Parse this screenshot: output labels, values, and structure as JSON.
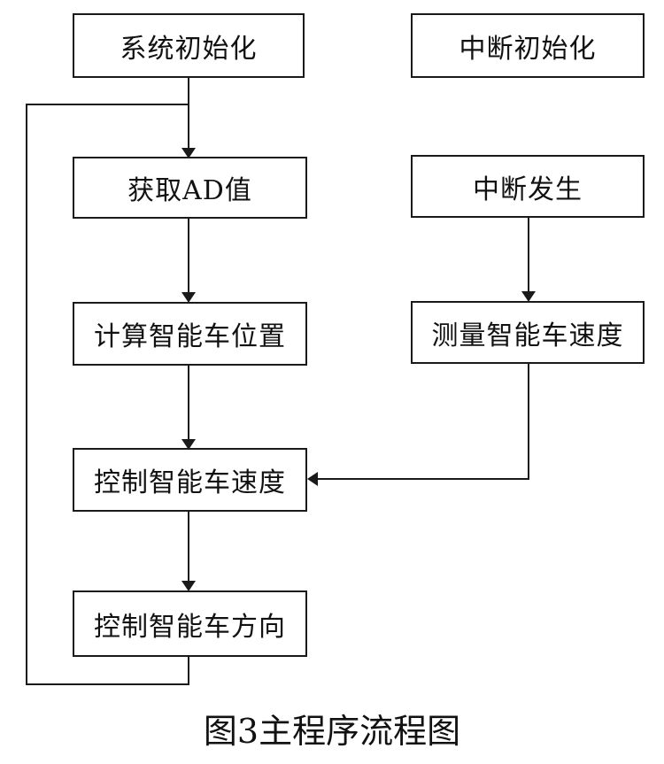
{
  "diagram": {
    "left_column": {
      "system_init": "系统初始化",
      "get_ad": "获取AD值",
      "calc_position": "计算智能车位置",
      "control_speed": "控制智能车速度",
      "control_direction": "控制智能车方向"
    },
    "right_column": {
      "interrupt_init": "中断初始化",
      "interrupt_occurs": "中断发生",
      "measure_speed": "测量智能车速度"
    },
    "caption": "图3主程序流程图"
  }
}
